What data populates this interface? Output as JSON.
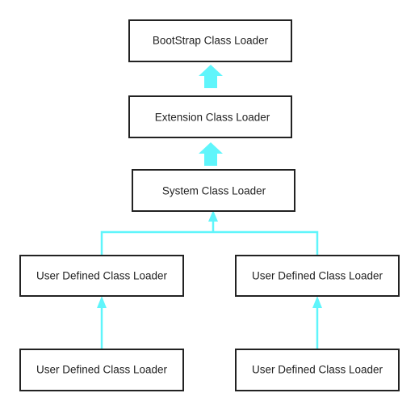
{
  "colors": {
    "arrow": "#5ff5fb",
    "box_border": "#222222",
    "text": "#222222",
    "background": "#ffffff"
  },
  "nodes": [
    {
      "id": "bootstrap",
      "label": "BootStrap Class Loader"
    },
    {
      "id": "extension",
      "label": "Extension Class Loader"
    },
    {
      "id": "system",
      "label": "System Class Loader"
    },
    {
      "id": "user-1",
      "label": "User Defined Class Loader"
    },
    {
      "id": "user-2",
      "label": "User Defined Class Loader"
    },
    {
      "id": "user-3",
      "label": "User Defined Class Loader"
    },
    {
      "id": "user-4",
      "label": "User Defined Class Loader"
    }
  ],
  "edges": [
    {
      "from": "extension",
      "to": "bootstrap"
    },
    {
      "from": "system",
      "to": "extension"
    },
    {
      "from": "user-1",
      "to": "system"
    },
    {
      "from": "user-2",
      "to": "system"
    },
    {
      "from": "user-3",
      "to": "user-1"
    },
    {
      "from": "user-4",
      "to": "user-2"
    }
  ]
}
